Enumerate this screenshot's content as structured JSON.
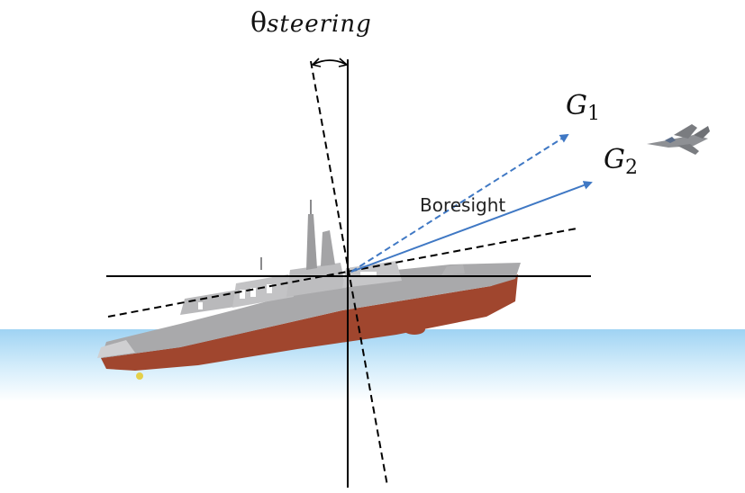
{
  "labels": {
    "theta_symbol": "θ",
    "theta_subscript": "steering",
    "g1_letter": "G",
    "g1_sub": "1",
    "g2_letter": "G",
    "g2_sub": "2",
    "boresight": "Boresight"
  },
  "colors": {
    "axis": "#000000",
    "vector": "#3f78c4",
    "sea_top": "#a9d8f5",
    "sea_bottom": "#ffffff",
    "hull_gray": "#a9a9ab",
    "hull_red": "#a0462e"
  },
  "icons": {
    "ship": "naval-frigate",
    "aircraft": "fighter-jet"
  }
}
